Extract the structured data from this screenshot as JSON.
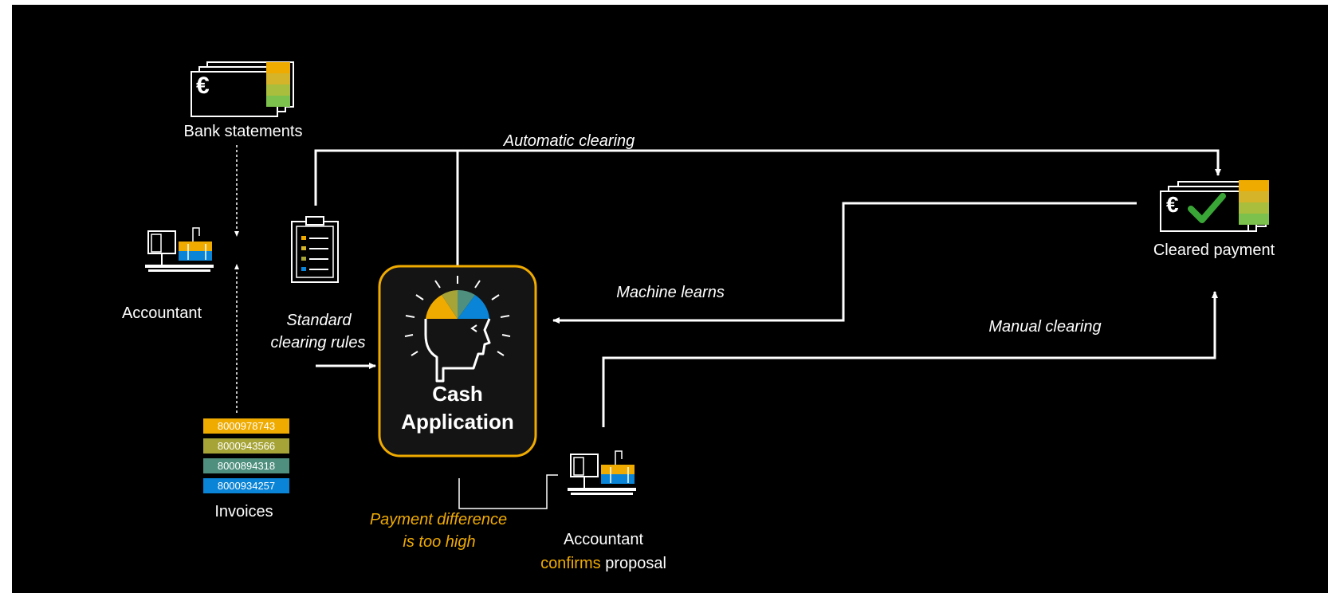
{
  "labels": {
    "bank_statements": "Bank statements",
    "accountant": "Accountant",
    "standard_rules_1": "Standard",
    "standard_rules_2": "clearing rules",
    "invoices": "Invoices",
    "cash_app_1": "Cash",
    "cash_app_2": "Application",
    "automatic_clearing": "Automatic clearing",
    "machine_learns": "Machine learns",
    "manual_clearing": "Manual clearing",
    "cleared_payment": "Cleared payment",
    "payment_diff_1": "Payment difference",
    "payment_diff_2": "is too high",
    "accountant_confirms_1": "Accountant",
    "accountant_confirms_2a": "confirms",
    "accountant_confirms_2b": " proposal",
    "euro_symbol": "€"
  },
  "invoices": [
    {
      "number": "8000978743",
      "color": "#f0ab00"
    },
    {
      "number": "8000943566",
      "color": "#a6a437"
    },
    {
      "number": "8000894318",
      "color": "#4e8f7e"
    },
    {
      "number": "8000934257",
      "color": "#0a84d6"
    }
  ],
  "colors": {
    "background": "#000000",
    "accent_orange": "#f0ab00",
    "line": "#ffffff",
    "check_green": "#3aa537"
  }
}
